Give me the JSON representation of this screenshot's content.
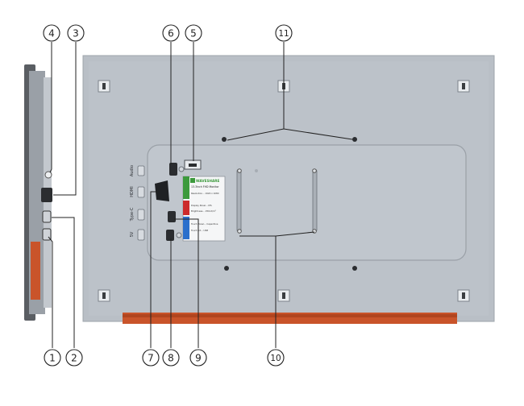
{
  "callouts": {
    "c1": "1",
    "c2": "2",
    "c3": "3",
    "c4": "4",
    "c5": "5",
    "c6": "6",
    "c7": "7",
    "c8": "8",
    "c9": "9",
    "c10": "10",
    "c11": "11"
  },
  "port_labels": {
    "audio": "Audio",
    "hdmi": "HDMI",
    "typec": "Type-C",
    "usb5v": "5V"
  },
  "label_sticker": {
    "brand": "WAVESHARE",
    "product": "13.3inch FHD Monitor",
    "resolution": "Resolution... 1920 x 1080",
    "panel": "Display Panel... IPS",
    "brightness": "Brightness... 250cd/m²",
    "touch_panel": "Touch Panel... Capacitive",
    "touch_if": "Touch Int... USB"
  },
  "colors": {
    "panel": "#b9bfc6",
    "panel_dark": "#a3a9b1",
    "cover_plate": "#bdc3ca",
    "orange_strip": "#c9542a",
    "callout_line": "#222222",
    "label_green": "#3c9a3c",
    "label_red": "#cc2a2a",
    "label_blue": "#2a6fcc"
  }
}
